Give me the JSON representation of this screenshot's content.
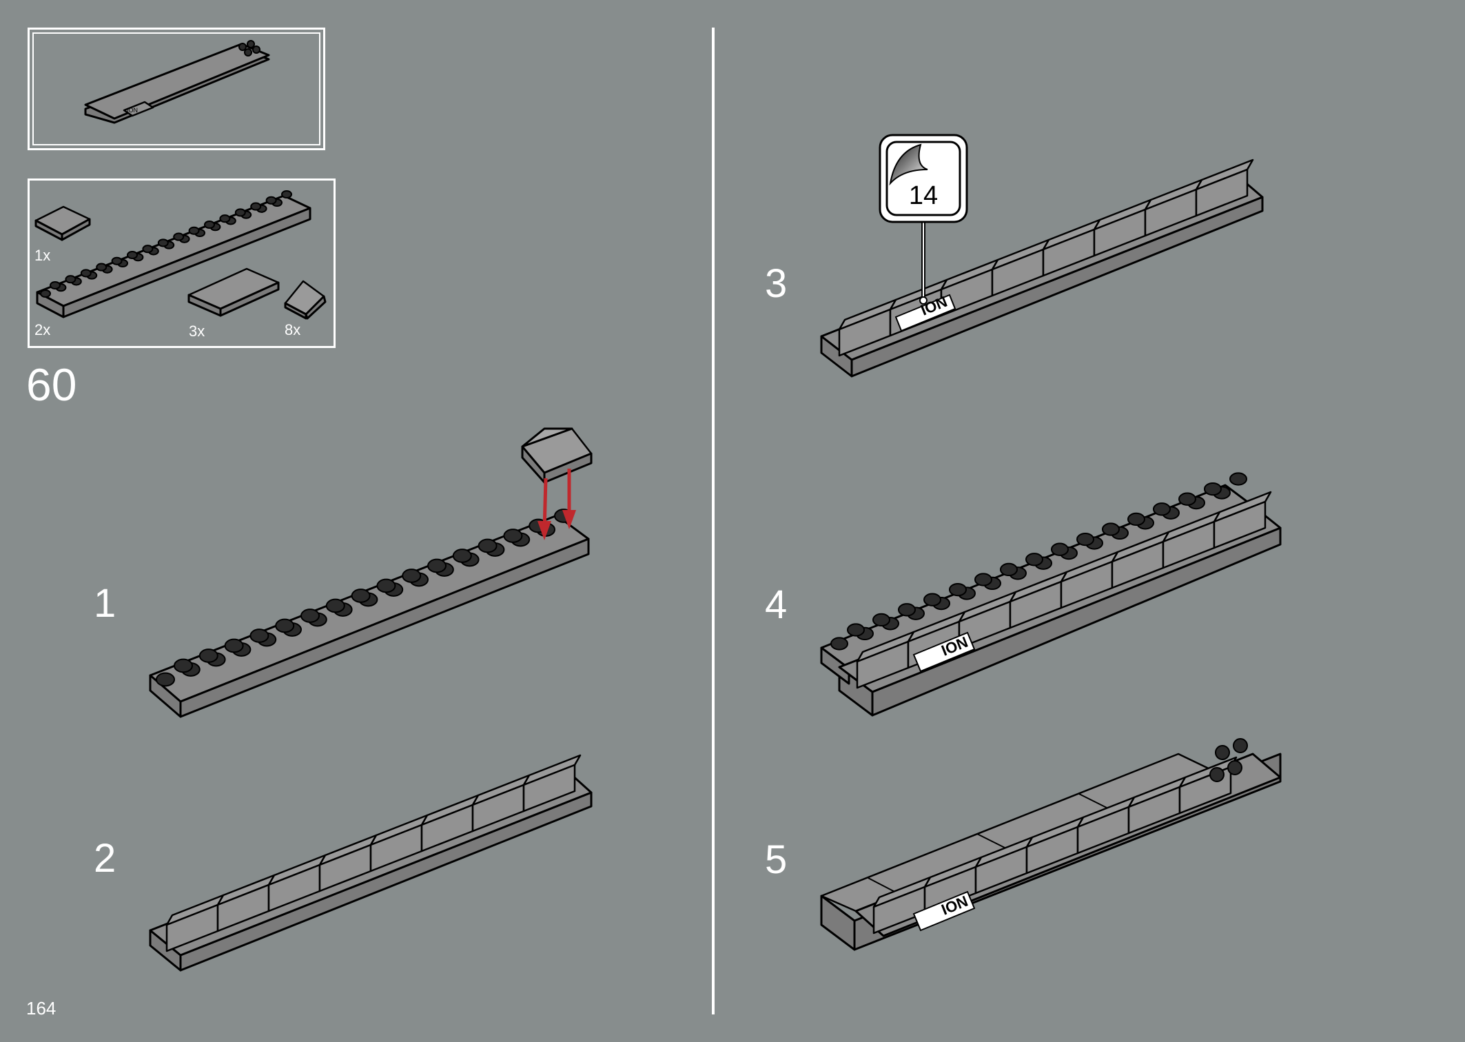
{
  "page": {
    "step_number": "60",
    "page_number": "164"
  },
  "parts_list": [
    {
      "qty": "1x",
      "part": "tile-2x2"
    },
    {
      "qty": "2x",
      "part": "plate-2x16"
    },
    {
      "qty": "3x",
      "part": "tile-2x4"
    },
    {
      "qty": "8x",
      "part": "slope-2x2"
    }
  ],
  "substeps": [
    {
      "label": "1"
    },
    {
      "label": "2"
    },
    {
      "label": "3"
    },
    {
      "label": "4"
    },
    {
      "label": "5"
    }
  ],
  "sticker": {
    "number": "14"
  },
  "stickers_on_model": {
    "text": "ION"
  },
  "colors": {
    "background": "#878d8d",
    "arrow": "#c0282d",
    "frame": "#ffffff"
  }
}
